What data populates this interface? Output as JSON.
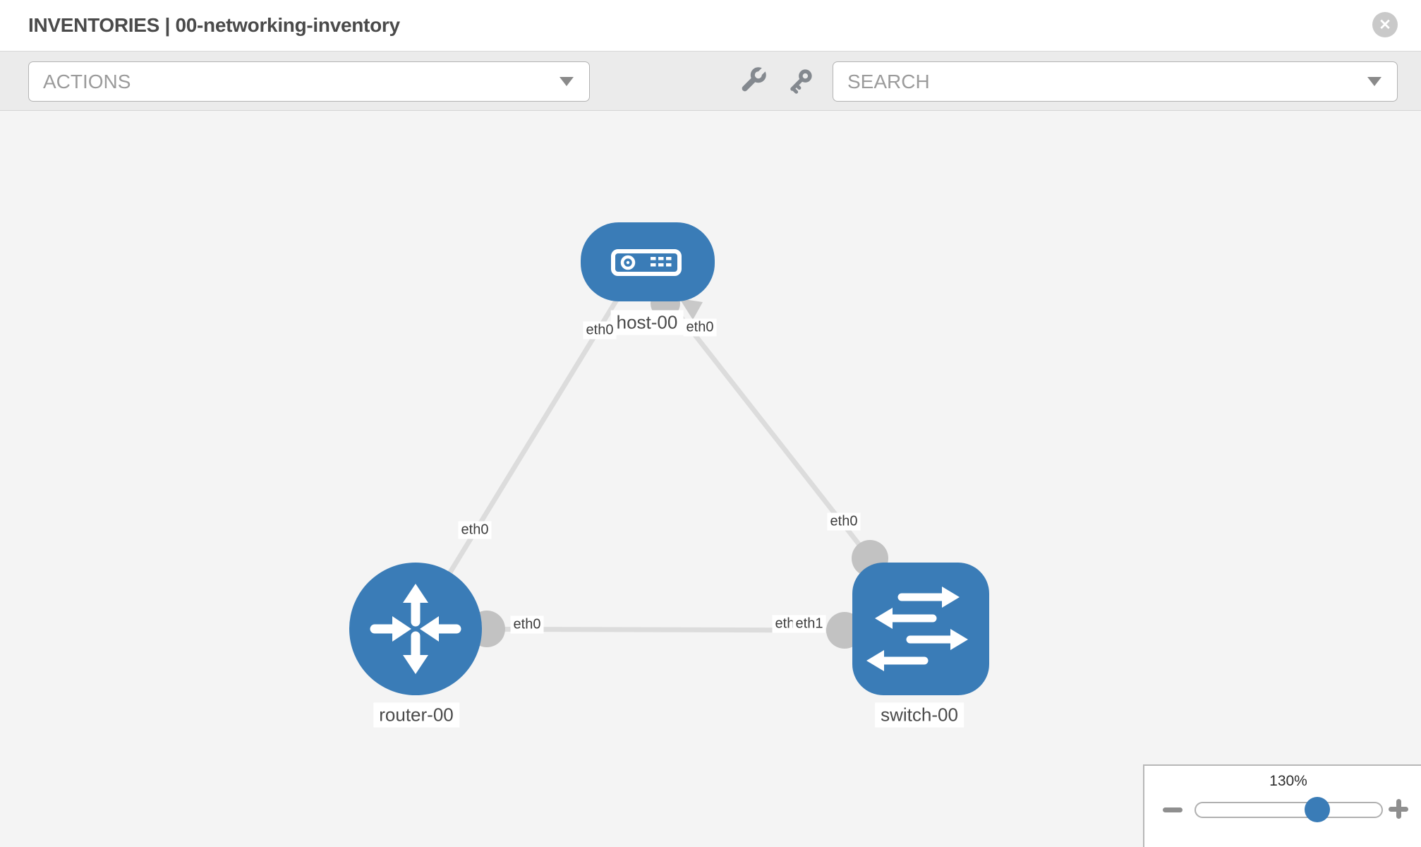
{
  "header": {
    "title": "INVENTORIES | 00-networking-inventory"
  },
  "toolbar": {
    "actions": {
      "label": "ACTIONS"
    },
    "search": {
      "placeholder": "SEARCH"
    }
  },
  "icons": {
    "close": "x-circle-icon",
    "close_glyph": "✕",
    "wrench": "wrench-icon",
    "key": "key-icon",
    "dropdown_caret": "caret-down-icon",
    "zoom_out": "minus-icon",
    "zoom_in": "plus-icon"
  },
  "topology": {
    "nodes": [
      {
        "id": "host-00",
        "type": "host",
        "label": "host-00"
      },
      {
        "id": "router-00",
        "type": "router",
        "label": "router-00"
      },
      {
        "id": "switch-00",
        "type": "switch",
        "label": "switch-00"
      }
    ],
    "links": [
      {
        "source": "host-00",
        "target": "router-00",
        "source_interface": "eth0",
        "target_interface": "eth0"
      },
      {
        "source": "host-00",
        "target": "switch-00",
        "source_interface": "eth0",
        "target_interface": "eth0"
      },
      {
        "source": "router-00",
        "target": "switch-00",
        "source_interface": "eth0",
        "target_interface": "eth1",
        "occluded_interface": "eth0"
      }
    ]
  },
  "zoom_control": {
    "value": "130%"
  },
  "colors": {
    "node_blue": "#3a7cb7",
    "link_gray": "#dcdcdc",
    "connector_gray": "#c2c2c2",
    "canvas_bg": "#f4f4f4",
    "toolbar_bg": "#ebebeb"
  }
}
